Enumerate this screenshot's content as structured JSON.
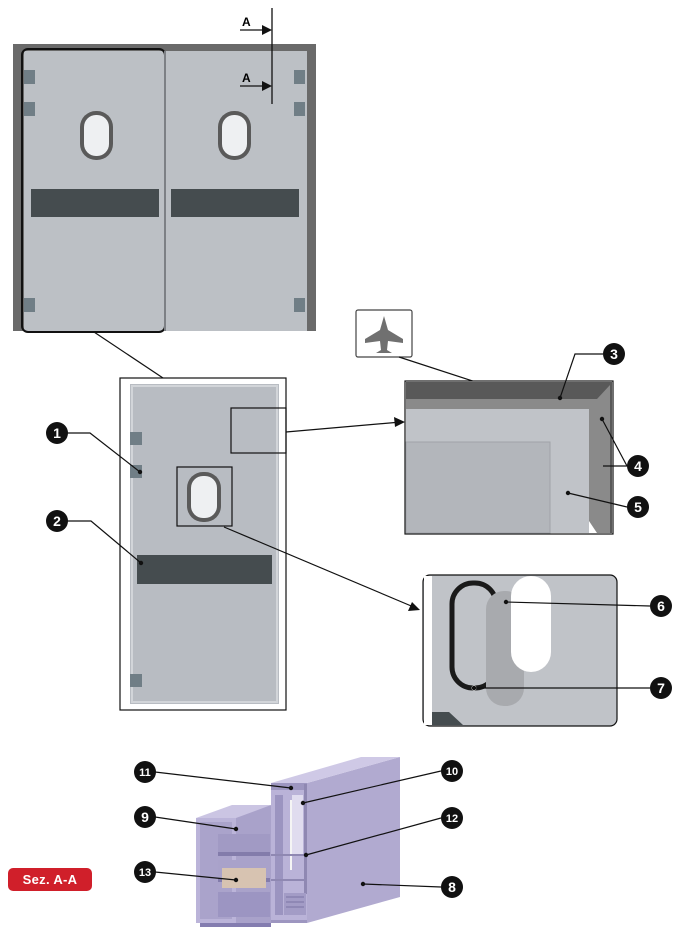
{
  "section_marker_top": "A",
  "section_marker_bottom": "A",
  "badge": "Sez. A-A",
  "colors": {
    "frame": "#6a6a6a",
    "door_panel": "#b8bcc2",
    "door_panel_light": "#c4c8cd",
    "bumper_band": "#454c4f",
    "hinge": "#707e86",
    "window_dark": "#555555",
    "window_light": "#eef0f2",
    "profile_face": "#b1aad0",
    "profile_dark": "#8f88b2",
    "insert": "#d7c3b1",
    "badge_red": "#d01f2a"
  },
  "callouts": [
    "1",
    "2",
    "3",
    "4",
    "5",
    "6",
    "7",
    "8",
    "9",
    "10",
    "11",
    "12",
    "13"
  ],
  "icon": "airplane-icon"
}
